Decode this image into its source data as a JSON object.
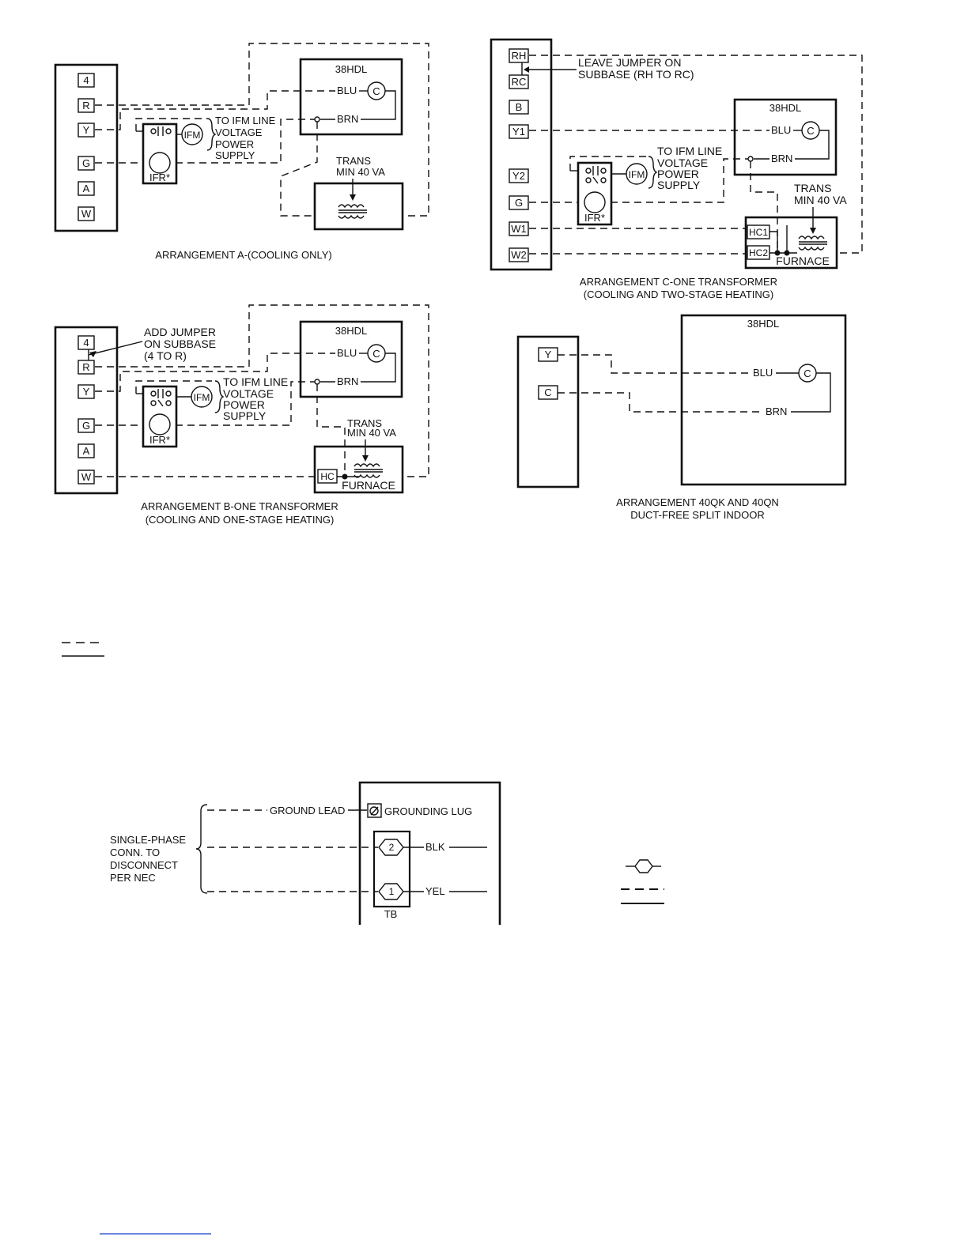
{
  "arrangement_a": {
    "terminals": [
      "4",
      "R",
      "Y",
      "G",
      "A",
      "W"
    ],
    "unit_label": "38HDL",
    "blu": "BLU",
    "brn": "BRN",
    "contactor": "C",
    "ifm": "IFM",
    "ifr": "IFR*",
    "ifm_note": [
      "TO IFM LINE",
      "VOLTAGE",
      "POWER",
      "SUPPLY"
    ],
    "trans": [
      "TRANS",
      "MIN 40 VA"
    ],
    "caption": "ARRANGEMENT A-(COOLING ONLY)"
  },
  "arrangement_b": {
    "terminals": [
      "4",
      "R",
      "Y",
      "G",
      "A",
      "W"
    ],
    "jumper_note": [
      "ADD JUMPER",
      "ON SUBBASE",
      "(4 TO R)"
    ],
    "unit_label": "38HDL",
    "blu": "BLU",
    "brn": "BRN",
    "contactor": "C",
    "ifm": "IFM",
    "ifr": "IFR*",
    "ifm_note": [
      "TO IFM LINE",
      "VOLTAGE",
      "POWER",
      "SUPPLY"
    ],
    "trans": [
      "TRANS",
      "MIN 40 VA"
    ],
    "hc": "HC",
    "furnace": "FURNACE",
    "caption": [
      "ARRANGEMENT B-ONE TRANSFORMER",
      "(COOLING AND ONE-STAGE HEATING)"
    ]
  },
  "arrangement_c": {
    "terminals": [
      "RH",
      "RC",
      "B",
      "Y1",
      "Y2",
      "G",
      "W1",
      "W2"
    ],
    "jumper_note": [
      "LEAVE JUMPER ON",
      "SUBBASE (RH TO RC)"
    ],
    "unit_label": "38HDL",
    "blu": "BLU",
    "brn": "BRN",
    "contactor": "C",
    "ifm": "IFM",
    "ifr": "IFR*",
    "ifm_note": [
      "TO IFM LINE",
      "VOLTAGE",
      "POWER",
      "SUPPLY"
    ],
    "trans": [
      "TRANS",
      "MIN 40 VA"
    ],
    "hc1": "HC1",
    "hc2": "HC2",
    "furnace": "FURNACE",
    "caption": [
      "ARRANGEMENT C-ONE TRANSFORMER",
      "(COOLING AND TWO-STAGE HEATING)"
    ]
  },
  "arrangement_40q": {
    "terminals": [
      "Y",
      "C"
    ],
    "unit_label": "38HDL",
    "blu": "BLU",
    "brn": "BRN",
    "contactor": "C",
    "caption": [
      "ARRANGEMENT 40QK AND 40QN",
      "DUCT-FREE SPLIT INDOOR"
    ]
  },
  "power_wiring": {
    "source_note": [
      "SINGLE-PHASE",
      "CONN. TO",
      "DISCONNECT",
      "PER NEC"
    ],
    "ground_lead": "GROUND LEAD",
    "grounding_lug": "GROUNDING LUG",
    "terminal_2": "2",
    "terminal_1": "1",
    "blk": "BLK",
    "yel": "YEL",
    "tb": "TB"
  },
  "colors": {
    "line": "#111111",
    "link": "#1a3ccc"
  }
}
